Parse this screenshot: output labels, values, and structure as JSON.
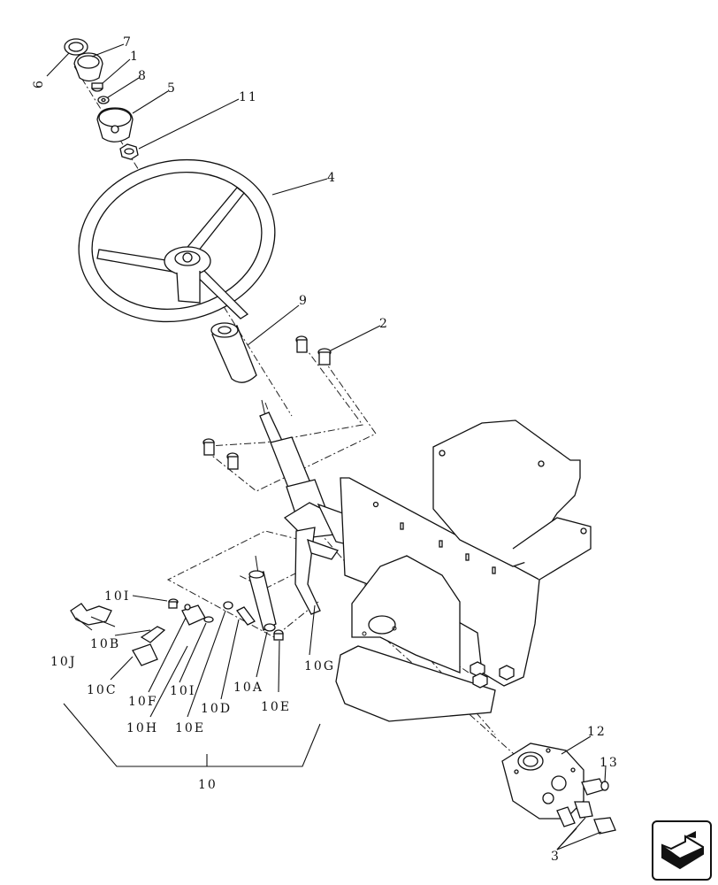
{
  "labels": {
    "l6": "6",
    "l7": "7",
    "l1": "1",
    "l8": "8",
    "l5": "5",
    "l11": "11",
    "l4": "4",
    "l9": "9",
    "l2": "2",
    "l10I_a": "10I",
    "l10B": "10B",
    "l10J": "10J",
    "l10C": "10C",
    "l10F": "10F",
    "l10I_b": "10I",
    "l10H": "10H",
    "l10E_a": "10E",
    "l10D": "10D",
    "l10A": "10A",
    "l10E_b": "10E",
    "l10G": "10G",
    "l10": "10",
    "l12": "12",
    "l13": "13",
    "l3": "3"
  },
  "icons": {
    "nav": "next-page-arrow-icon"
  }
}
